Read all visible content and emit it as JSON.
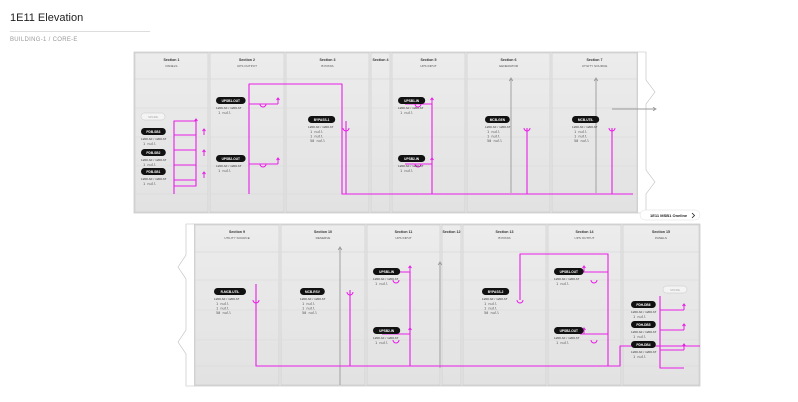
{
  "page": {
    "title": "1E11 Elevation",
    "breadcrumb": [
      "BUILDING-1",
      "CORE-E"
    ],
    "breadcrumb_sep": "/"
  },
  "colors": {
    "bus": "#e91ee8",
    "cabinet": "#e6e6e6",
    "cabinet_shade": "#d6d6d6",
    "pill": "#111111",
    "busbar": "#9a9a9a"
  },
  "one_line_link": {
    "label": "1E11 MSB1 Oneline",
    "icon": "chevron-right-icon"
  },
  "lineup_top": {
    "sections": [
      {
        "name": "Section 1",
        "type": "PANELS"
      },
      {
        "name": "Section 2",
        "type": "UPS OUTPUT"
      },
      {
        "name": "Section 3",
        "type": "BYPASS"
      },
      {
        "name": "Section 4",
        "type": ""
      },
      {
        "name": "Section 5",
        "type": "UPS INPUT"
      },
      {
        "name": "Section 6",
        "type": "GENERATOR"
      },
      {
        "name": "Section 7",
        "type": "UTILITY SOURCE"
      }
    ],
    "ghost_label": "SPARE",
    "devices": [
      {
        "label": "PDB-SB3",
        "rating": "1200 AF / 1200 AT",
        "lines": [
          "1 null"
        ]
      },
      {
        "label": "PDB-SB2",
        "rating": "1200 AF / 1200 AT",
        "lines": [
          "1 null"
        ]
      },
      {
        "label": "PDB-SB1",
        "rating": "1200 AF / 1200 AT",
        "lines": [
          "1 null"
        ]
      },
      {
        "label": "UPSB1-OUT",
        "rating": "1200 AF / 1200 AT",
        "lines": [
          "1 null"
        ]
      },
      {
        "label": "UPSB2-OUT",
        "rating": "1200 AF / 1200 AT",
        "lines": [
          "1 null"
        ]
      },
      {
        "label": "BYPASS-1",
        "rating": "1200 AF / 1200 AT",
        "lines": [
          "1 null",
          "1 null",
          "50 null"
        ]
      },
      {
        "label": "UPSB1-IN",
        "rating": "1200 AF / 1200 AT",
        "lines": [
          "1 null"
        ]
      },
      {
        "label": "UPSB2-IN",
        "rating": "1200 AF / 1200 AT",
        "lines": [
          "1 null"
        ]
      },
      {
        "label": "MCB-GEN",
        "rating": "1200 AF / 1200 AT",
        "lines": [
          "1 null",
          "1 null",
          "50 null"
        ]
      },
      {
        "label": "MCB-UTIL",
        "rating": "1200 AF / 1200 AT",
        "lines": [
          "1 null",
          "1 null",
          "50 null"
        ]
      }
    ]
  },
  "lineup_bottom": {
    "sections": [
      {
        "name": "Section 9",
        "type": "UTILITY SOURCE"
      },
      {
        "name": "Section 10",
        "type": "RESERVE"
      },
      {
        "name": "Section 11",
        "type": "UPS INPUT"
      },
      {
        "name": "Section 12",
        "type": ""
      },
      {
        "name": "Section 13",
        "type": "BYPASS"
      },
      {
        "name": "Section 14",
        "type": "UPS OUTPUT"
      },
      {
        "name": "Section 15",
        "type": "PANELS"
      }
    ],
    "ghost_label": "SPARE",
    "devices": [
      {
        "label": "R-MCB-UTIL",
        "rating": "1200 AF / 1200 AT",
        "lines": [
          "1 null",
          "1 null",
          "50 null"
        ]
      },
      {
        "label": "MCB-RSV",
        "rating": "1200 AF / 1200 AT",
        "lines": [
          "1 null",
          "1 null",
          "50 null"
        ]
      },
      {
        "label": "UPSB1-IN",
        "rating": "1200 AF / 1200 AT",
        "lines": [
          "1 null"
        ]
      },
      {
        "label": "UPSB2-IN",
        "rating": "1200 AF / 1200 AT",
        "lines": [
          "1 null"
        ]
      },
      {
        "label": "BYPASS-2",
        "rating": "1200 AF / 1200 AT",
        "lines": [
          "1 null",
          "1 null",
          "50 null"
        ]
      },
      {
        "label": "UPSB1-OUT",
        "rating": "1200 AF / 1200 AT",
        "lines": [
          "1 null"
        ]
      },
      {
        "label": "UPSB2-OUT",
        "rating": "1200 AF / 1200 AT",
        "lines": [
          "1 null"
        ]
      },
      {
        "label": "PDH-DB6",
        "rating": "1200 AF / 1200 AT",
        "lines": [
          "1 null"
        ]
      },
      {
        "label": "PDH-DB5",
        "rating": "1200 AF / 1200 AT",
        "lines": [
          "1 null"
        ]
      },
      {
        "label": "PDH-DB4",
        "rating": "1200 AF / 1200 AT",
        "lines": [
          "1 null"
        ]
      }
    ]
  }
}
